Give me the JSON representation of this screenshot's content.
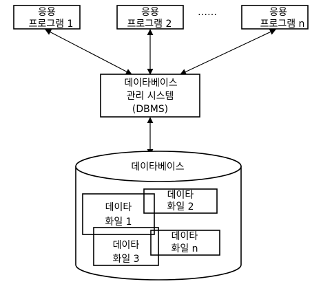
{
  "colors": {
    "stroke": "#000000",
    "background": "#ffffff",
    "text": "#000000"
  },
  "apps": [
    {
      "line1": "응용",
      "line2": "프로그램 1"
    },
    {
      "line1": "응용",
      "line2": "프로그램 2"
    },
    {
      "line1": "응용",
      "line2": "프로그램 n"
    }
  ],
  "ellipsis": "……",
  "dbms": {
    "line1": "데이타베이스",
    "line2": "관리 시스템",
    "line3": "(DBMS)"
  },
  "database": {
    "label": "데이타베이스"
  },
  "files": [
    {
      "line1": "데이타",
      "line2": "화일 1"
    },
    {
      "line1": "데이타",
      "line2": "화일 2"
    },
    {
      "line1": "데이타",
      "line2": "화일 3"
    },
    {
      "line1": "데이타",
      "line2": "화일 n"
    }
  ]
}
